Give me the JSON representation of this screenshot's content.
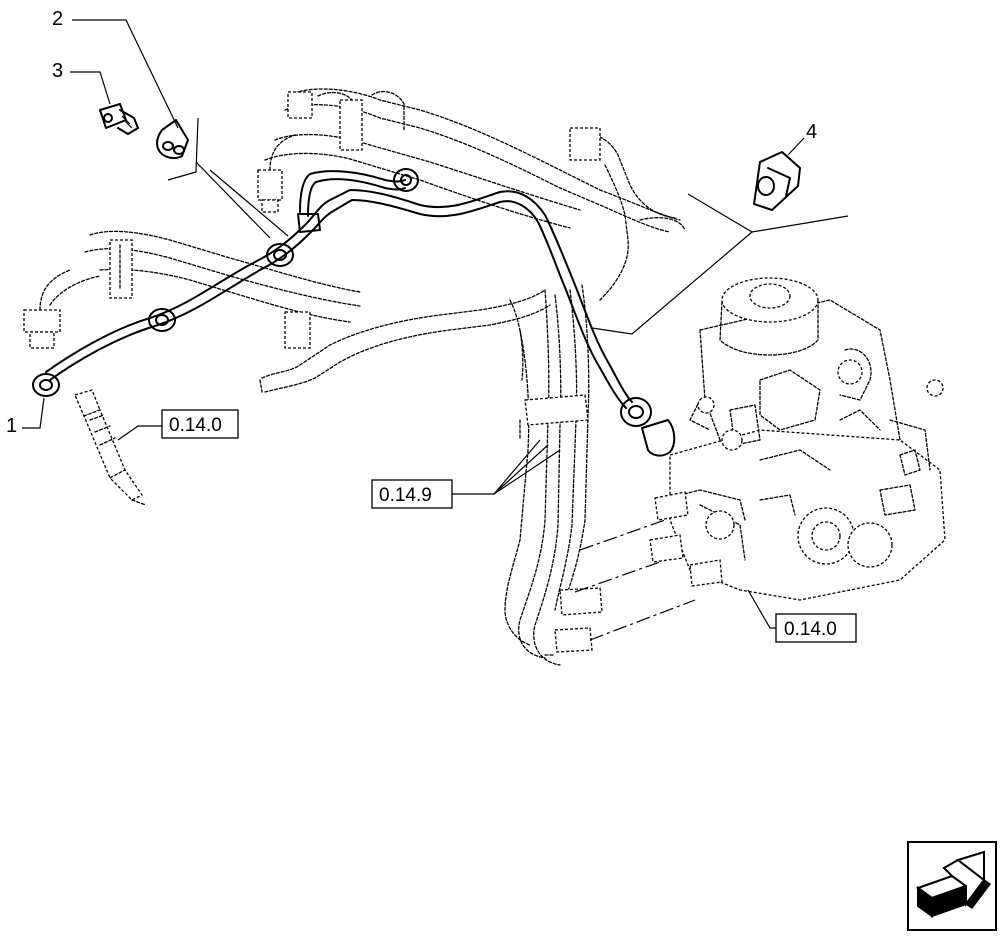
{
  "callouts": [
    {
      "id": "callout-1",
      "label": "1"
    },
    {
      "id": "callout-2",
      "label": "2"
    },
    {
      "id": "callout-3",
      "label": "3"
    },
    {
      "id": "callout-4",
      "label": "4"
    }
  ],
  "references": {
    "injector_ref": "0.14.0",
    "pipes_ref": "0.14.9",
    "pump_ref": "0.14.0"
  },
  "navigation": {
    "icon": "next-page-arrow-icon"
  }
}
